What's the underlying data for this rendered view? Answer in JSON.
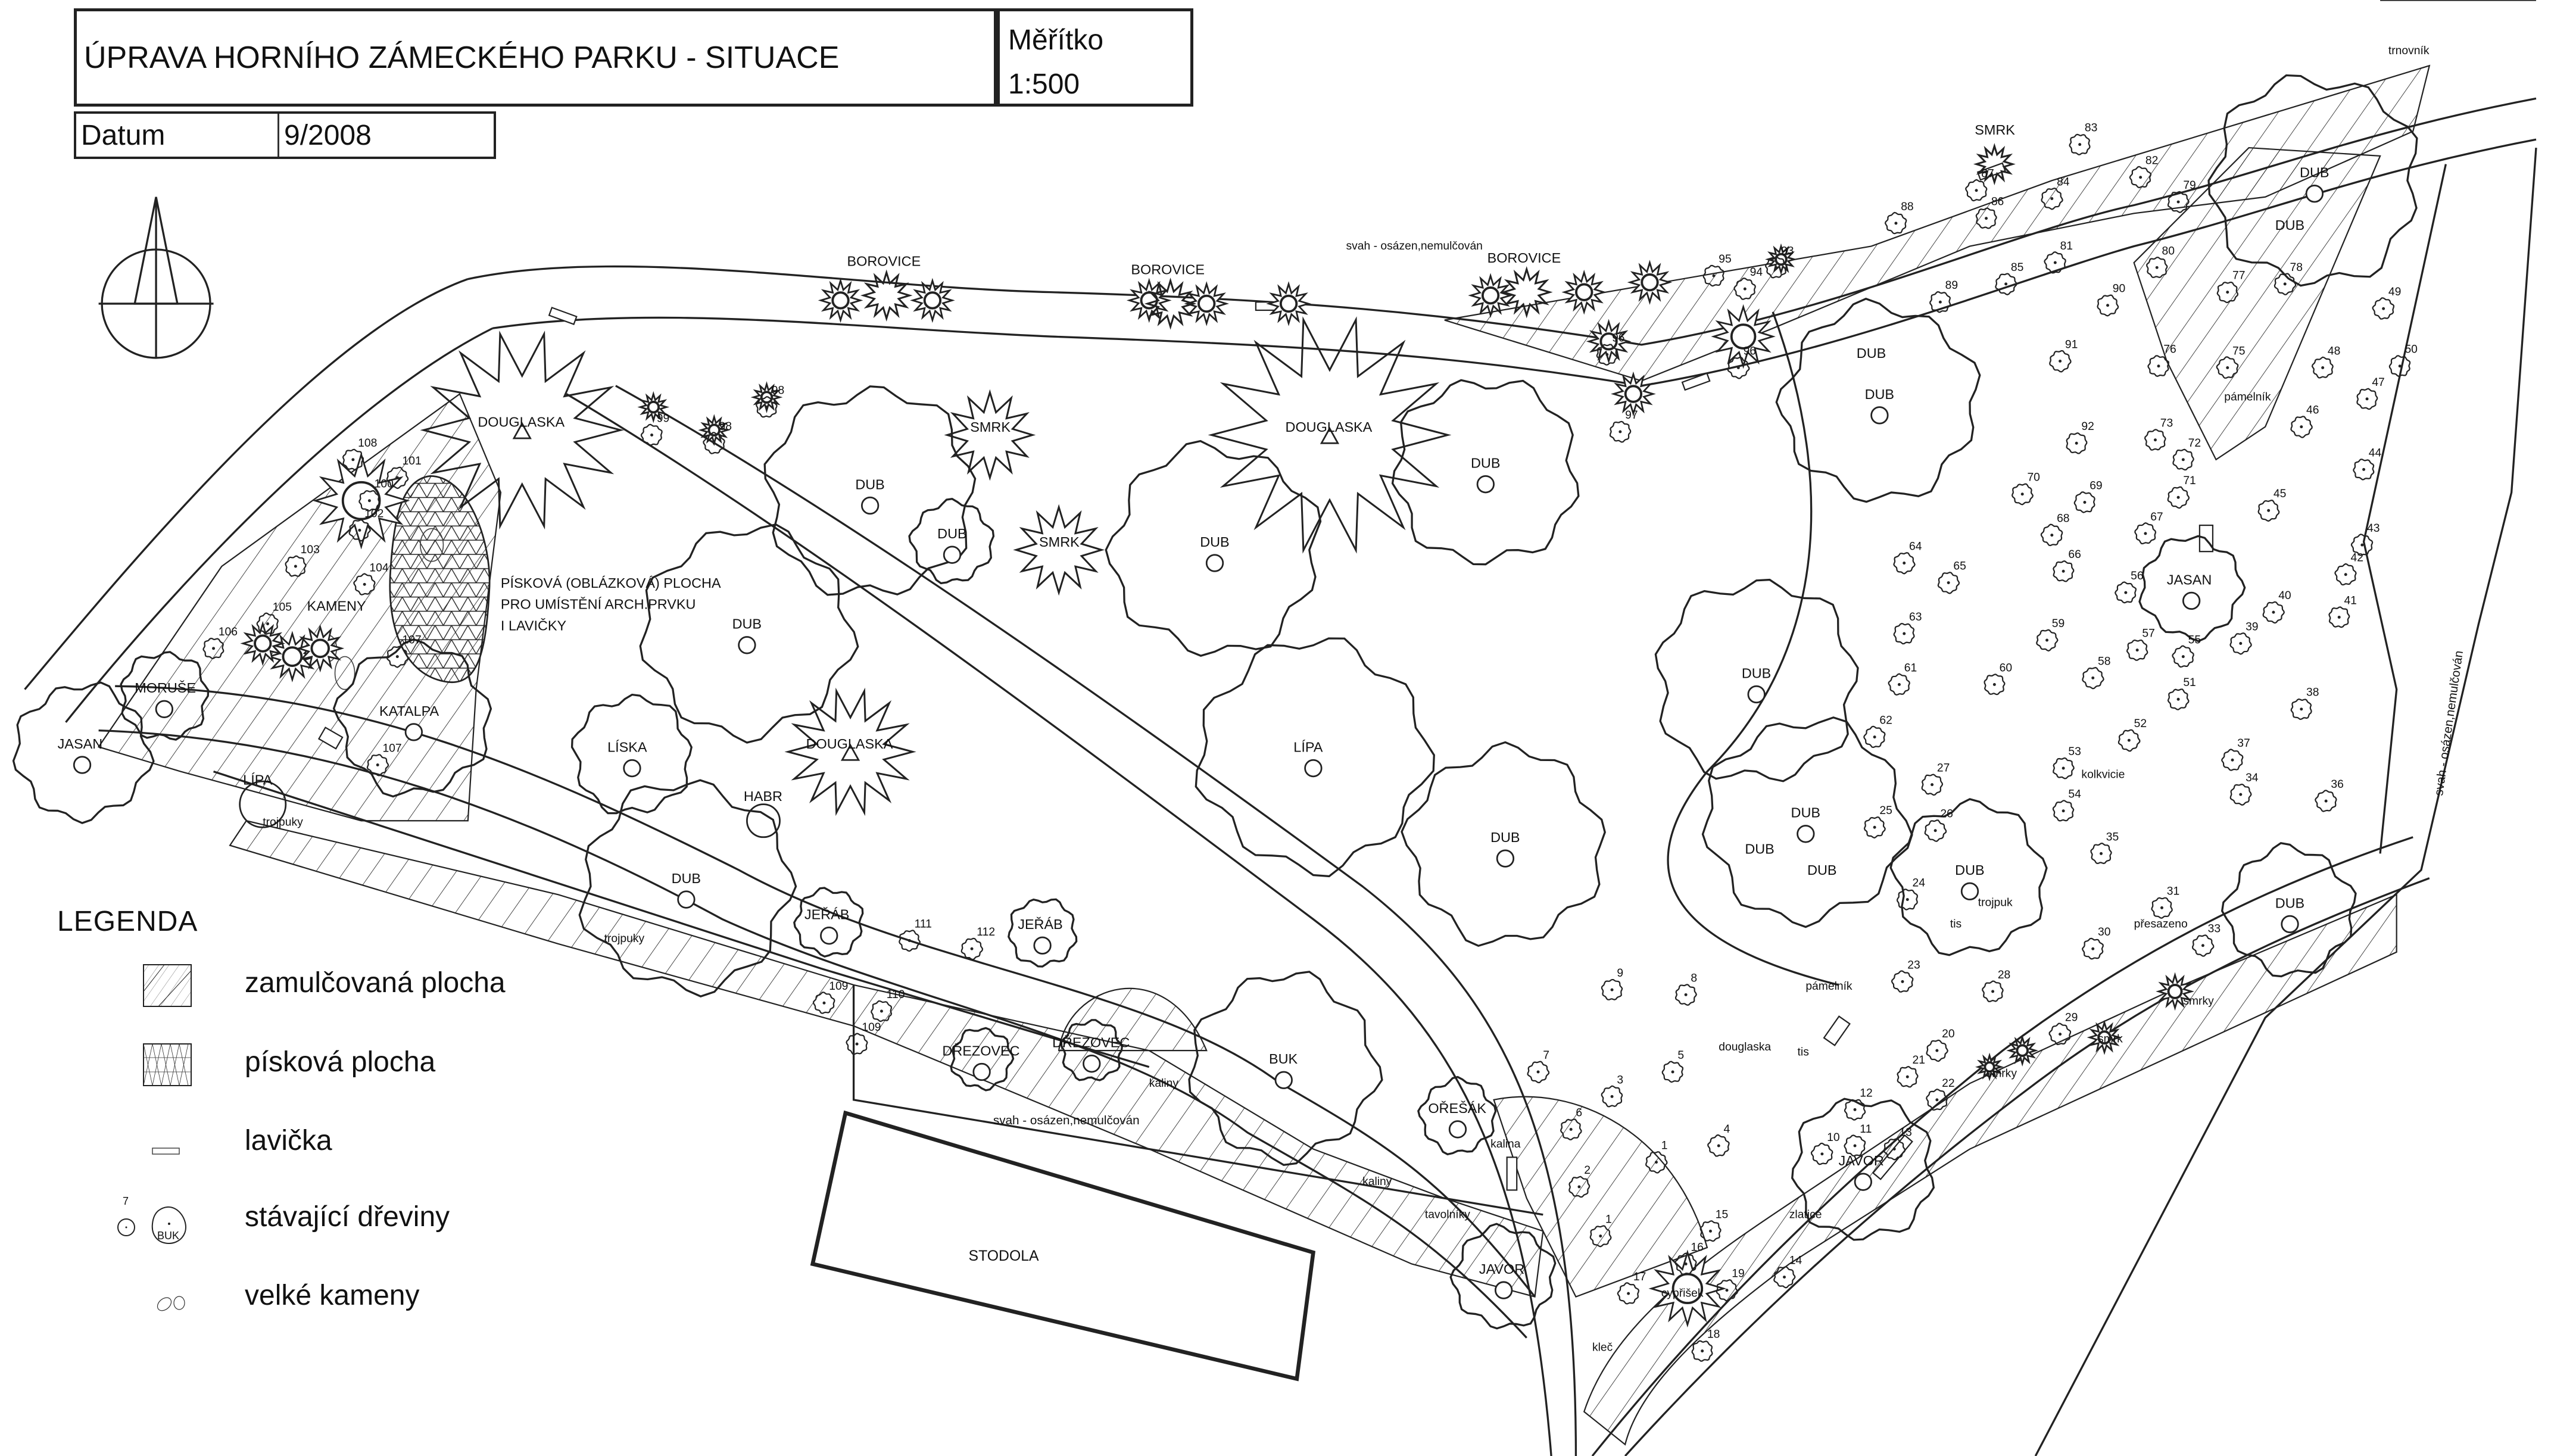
{
  "title_block": {
    "title": "ÚPRAVA HORNÍHO ZÁMECKÉHO PARKU - SITUACE",
    "scale_label": "Měřítko",
    "scale_value": "1:500",
    "date_label": "Datum",
    "date_value": "9/2008"
  },
  "legend": {
    "heading": "LEGENDA",
    "items": [
      {
        "label": "zamulčovaná plocha",
        "symbol": "hatch"
      },
      {
        "label": "písková plocha",
        "symbol": "triangle-grid"
      },
      {
        "label": "lavička",
        "symbol": "bench"
      },
      {
        "label": "stávající dřeviny",
        "symbol": "tree",
        "sample_number": "7",
        "sample_tree": "BUK"
      },
      {
        "label": "velké kameny",
        "symbol": "stones"
      }
    ]
  },
  "annotations": {
    "sand_area_note": [
      "PÍSKOVÁ (OBLÁZKOVÁ) PLOCHA",
      "PRO UMÍSTĚNÍ ARCH.PRVKU",
      "I LAVIČKY"
    ],
    "slope_note": "svah - osázen,nemulčován",
    "barn": "STODOLA"
  },
  "trees": [
    "DOUGLASKA",
    "DOUGLASKA",
    "DOUGLASKA",
    "SMRK",
    "SMRK",
    "BOROVICE",
    "BOROVICE",
    "BOROVICE",
    "SMRK",
    "DUB",
    "DUB",
    "DUB",
    "DUB",
    "DUB",
    "DUB",
    "DUB",
    "DUB",
    "DUB",
    "DUB",
    "DUB",
    "DUB",
    "DUB",
    "DUB",
    "DUB",
    "DUB",
    "DUB",
    "LÍPA",
    "LÍPA",
    "LÍSKA",
    "HABR",
    "JEŘÁB",
    "JEŘÁB",
    "BUK",
    "DŘEZOVEC",
    "DŘEZOVEC",
    "OŘEŠÁK",
    "JAVOR",
    "JAVOR",
    "JASAN",
    "JASAN",
    "MORUŠE",
    "KATALPA",
    "KAMENY"
  ],
  "shrub_labels": [
    "trojpuky",
    "trojpuky",
    "kaliny",
    "kalina",
    "kaliny",
    "tavolníky",
    "zlatice",
    "cypřišek",
    "kleč",
    "smrky",
    "smrk",
    "smrky",
    "přesazeno",
    "douglaska",
    "tis",
    "tis",
    "trojpuk",
    "kolkvicie",
    "pámelník",
    "trnovník",
    "pámelník"
  ],
  "tree_numbers": [
    "1",
    "1",
    "2",
    "3",
    "4",
    "5",
    "6",
    "7",
    "8",
    "9",
    "10",
    "11",
    "12",
    "13",
    "14",
    "15",
    "16",
    "17",
    "18",
    "19",
    "20",
    "21",
    "22",
    "23",
    "24",
    "25",
    "26",
    "27",
    "28",
    "29",
    "30",
    "31",
    "33",
    "34",
    "35",
    "36",
    "37",
    "38",
    "39",
    "40",
    "41",
    "42",
    "43",
    "44",
    "45",
    "46",
    "47",
    "48",
    "49",
    "50",
    "51",
    "52",
    "53",
    "54",
    "55",
    "56",
    "57",
    "58",
    "59",
    "60",
    "61",
    "62",
    "63",
    "64",
    "65",
    "66",
    "67",
    "68",
    "69",
    "70",
    "71",
    "72",
    "73",
    "75",
    "76",
    "77",
    "78",
    "79",
    "80",
    "81",
    "82",
    "83",
    "84",
    "85",
    "86",
    "87",
    "88",
    "89",
    "90",
    "91",
    "92",
    "93",
    "94",
    "95",
    "96",
    "96",
    "97",
    "98",
    "98",
    "99",
    "100",
    "101",
    "102",
    "103",
    "104",
    "105",
    "106",
    "107",
    "107",
    "108",
    "109",
    "109",
    "110",
    "111",
    "112"
  ]
}
